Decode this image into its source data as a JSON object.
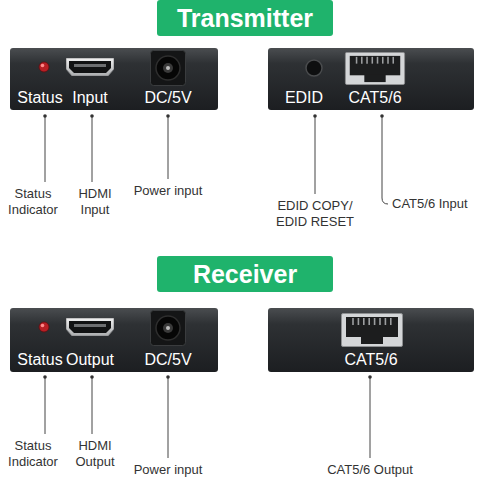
{
  "diagram": {
    "nodes": [
      {
        "text": [
          "Transmitter"
        ]
      },
      {
        "text": [
          "Status",
          "Input",
          "DC/5V"
        ]
      },
      {
        "text": [
          "EDID",
          "CAT5/6"
        ]
      },
      {
        "text": [
          "Receiver"
        ]
      },
      {
        "text": [
          "Status",
          "Output",
          "DC/5V"
        ]
      },
      {
        "text": [
          "CAT5/6"
        ]
      }
    ],
    "labels": [
      "Status Indicator",
      "HDMI Input",
      "Power input",
      "EDID COPY/ EDID RESET",
      "CAT5/6 Input",
      "Status Indicator",
      "HDMI Output",
      "Power input",
      "CAT5/6 Output"
    ]
  }
}
